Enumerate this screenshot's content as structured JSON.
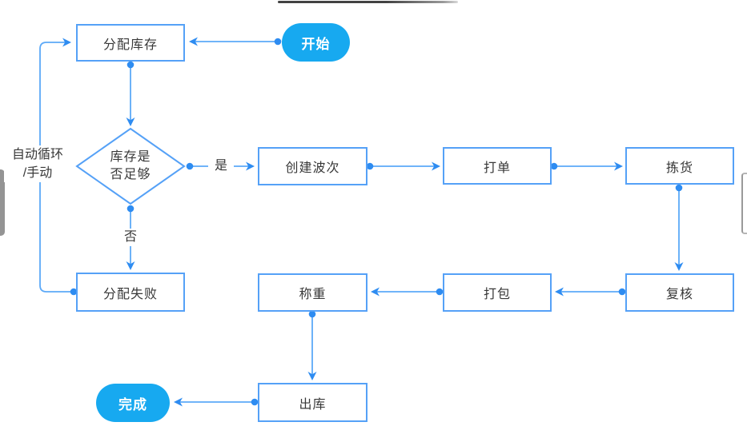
{
  "diagram": {
    "colors": {
      "node_border": "#55a1f7",
      "connector_line": "#5ca9f8",
      "connector_dot": "#2e8cf1",
      "terminal_fill": "#17a9f0",
      "terminal_text": "#ffffff",
      "node_text": "#383838",
      "edge_handle_gray": "#949494"
    },
    "nodes": {
      "start": "开始",
      "allocate": "分配库存",
      "decision_line1": "库存是",
      "decision_line2": "否足够",
      "wave": "创建波次",
      "print": "打单",
      "pick": "拣货",
      "fail": "分配失败",
      "weigh": "称重",
      "pack": "打包",
      "review": "复核",
      "outbound": "出库",
      "done": "完成"
    },
    "edge_labels": {
      "yes": "是",
      "no": "否",
      "loop_line1": "自动循环",
      "loop_line2": "/手动"
    }
  }
}
